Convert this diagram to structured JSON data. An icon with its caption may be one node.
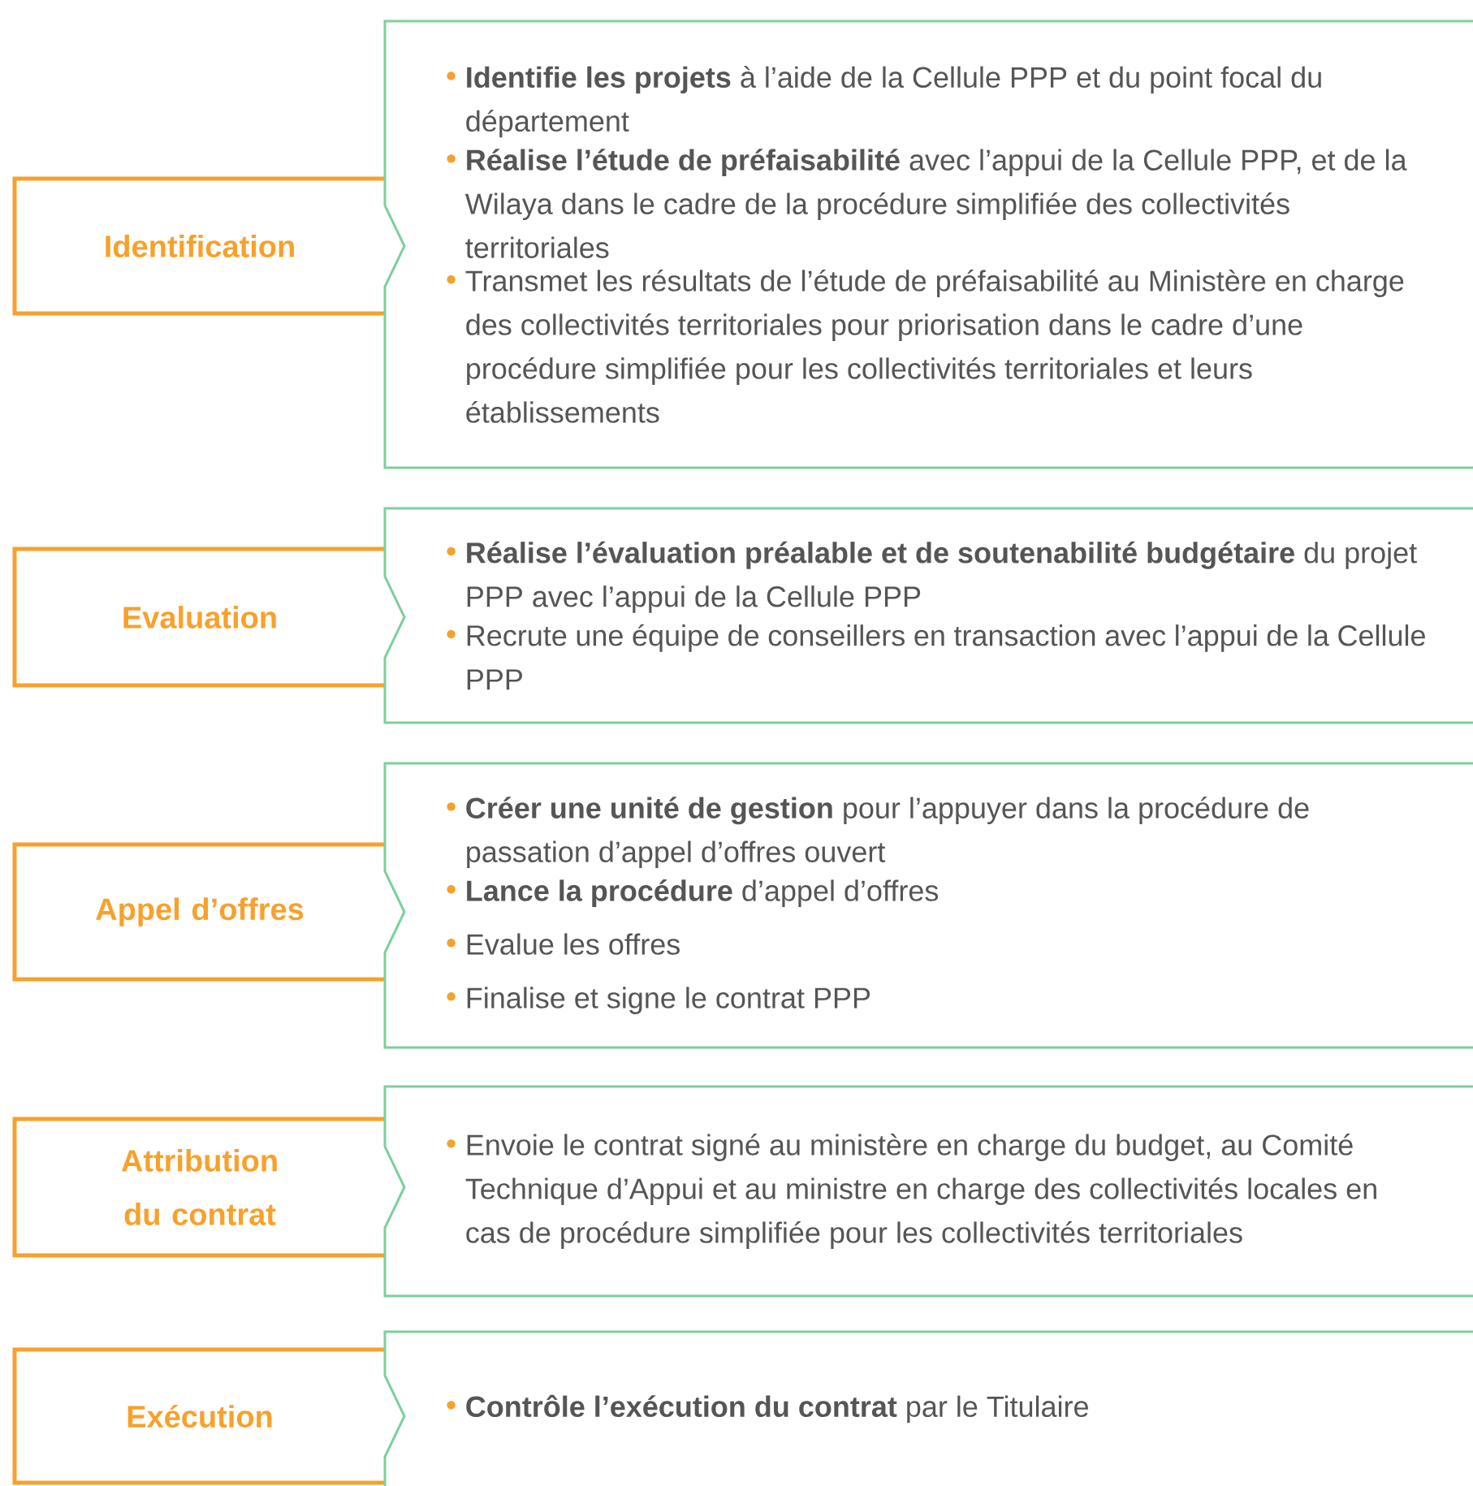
{
  "diagram": {
    "nodes": [
      {
        "text": [
          "Identification"
        ]
      },
      {
        "text": [
          "**Identifie les projets** à l’aide de la Cellule PPP et du point focal du département",
          "**Réalise l’étude de préfaisabilité** avec l’appui de la Cellule PPP, et de la Wilaya dans le cadre de la procédure simplifiée des collectivités territoriales",
          "Transmet les résultats de l’étude de préfaisabilité au Ministère en charge des collectivités territoriales pour priorisation dans le cadre d’une procédure simplifiée pour les collectivités territoriales et leurs établissements"
        ]
      },
      {
        "text": [
          "Evaluation"
        ]
      },
      {
        "text": [
          "**Réalise l’évaluation préalable et de soutenabilité budgétaire** du projet PPP avec l’appui de la Cellule PPP",
          "Recrute une équipe de conseillers en transaction avec l’appui de la Cellule PPP"
        ]
      },
      {
        "text": [
          "Appel d’offres"
        ]
      },
      {
        "text": [
          "**Créer une unité de gestion** pour l’appuyer dans la procédure de passation d’appel d’offres ouvert",
          "**Lance la procédure** d’appel d’offres",
          "Evalue les offres",
          "Finalise et signe le contrat PPP"
        ]
      },
      {
        "text": [
          "Attribution du contrat"
        ]
      },
      {
        "text": [
          "Envoie le contrat signé au ministère en charge du budget, au Comité Technique d’Appui et au ministre en charge des collectivités locales en cas de procédure simplifiée pour les collectivités territoriales"
        ]
      },
      {
        "text": [
          "Exécution"
        ]
      },
      {
        "text": [
          "**Contrôle l’exécution du contrat** par le Titulaire"
        ]
      }
    ]
  }
}
